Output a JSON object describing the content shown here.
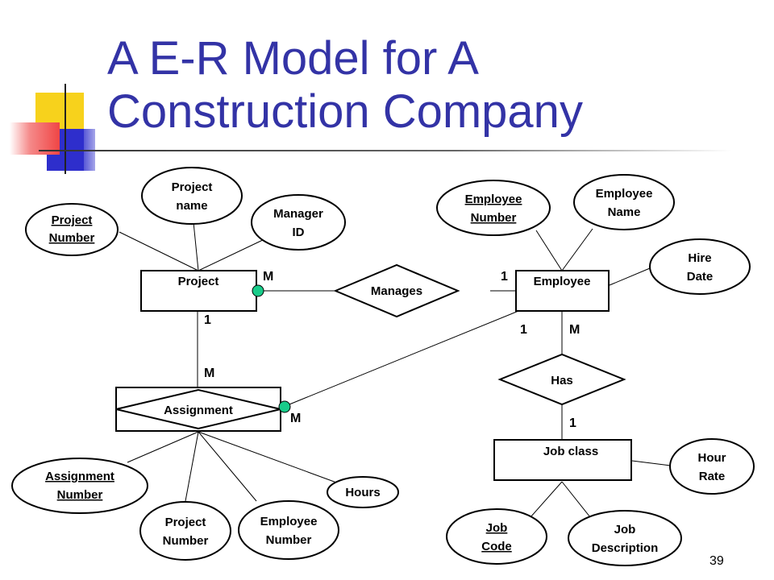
{
  "slide": {
    "title_line1": "A E-R Model for A",
    "title_line2": "Construction Company",
    "page_number": "39",
    "colors": {
      "title": "#3333a6",
      "connector": "#19cc8a",
      "deco_yellow": "#f7d21c",
      "deco_blue": "#2e2ecc",
      "deco_red": "#f04545"
    }
  },
  "entities": {
    "project": "Project",
    "employee": "Employee",
    "assignment": "Assignment",
    "job_class": "Job class"
  },
  "relationships": {
    "manages": "Manages",
    "has": "Has"
  },
  "attributes": {
    "project_number": [
      "Project",
      "Number"
    ],
    "project_name": [
      "Project",
      "name"
    ],
    "manager_id": [
      "Manager",
      "ID"
    ],
    "employee_number_top": [
      "Employee",
      "Number"
    ],
    "employee_name": [
      "Employee",
      "Name"
    ],
    "hire_date": [
      "Hire",
      "Date"
    ],
    "assignment_number": [
      "Assignment",
      "Number"
    ],
    "assign_project_number": [
      "Project",
      "Number"
    ],
    "assign_employee_number": [
      "Employee",
      "Number"
    ],
    "hours": "Hours",
    "hour_rate": [
      "Hour",
      "Rate"
    ],
    "job_code": [
      "Job",
      "Code"
    ],
    "job_description": [
      "Job",
      "Description"
    ]
  },
  "cardinalities": {
    "project_manages": "M",
    "employee_manages": "1",
    "project_assignment": "1",
    "assignment_project": "M",
    "assignment_employee": "M",
    "employee_assignment": "1",
    "employee_has": "M",
    "has_jobclass": "1"
  }
}
